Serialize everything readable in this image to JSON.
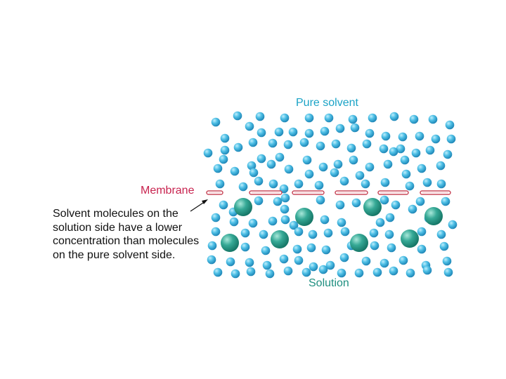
{
  "labels": {
    "pure_solvent": "Pure solvent",
    "membrane": "Membrane",
    "solution": "Solution",
    "note_lines": [
      "Solvent molecules on the",
      "solution side have a lower",
      "concentration than molecules",
      "on the pure solvent side."
    ]
  },
  "colors": {
    "pure_solvent_label": "#1aa3c6",
    "membrane_label": "#c8234f",
    "solution_label": "#1f8f80",
    "solvent_molecule": "#3cb4dc",
    "solute_molecule": "#2aa08c",
    "membrane_fill": "#ffffff",
    "membrane_stroke": "#c8485a"
  }
}
